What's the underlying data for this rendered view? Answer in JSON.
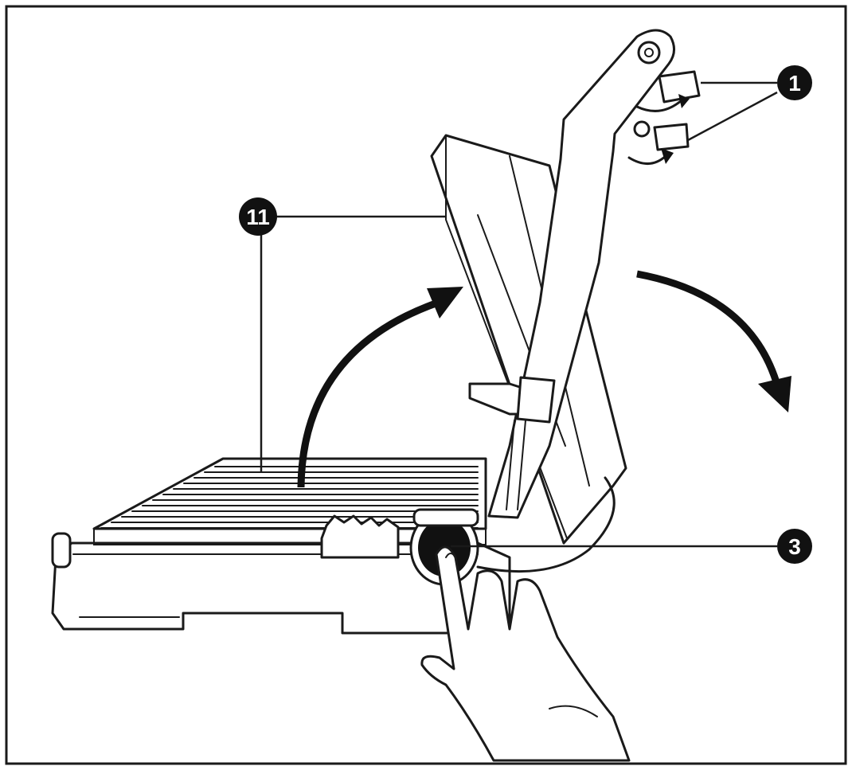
{
  "figure": {
    "callouts": [
      {
        "id": "callout-1",
        "label": "1"
      },
      {
        "id": "callout-11",
        "label": "11"
      },
      {
        "id": "callout-3",
        "label": "3"
      }
    ]
  }
}
